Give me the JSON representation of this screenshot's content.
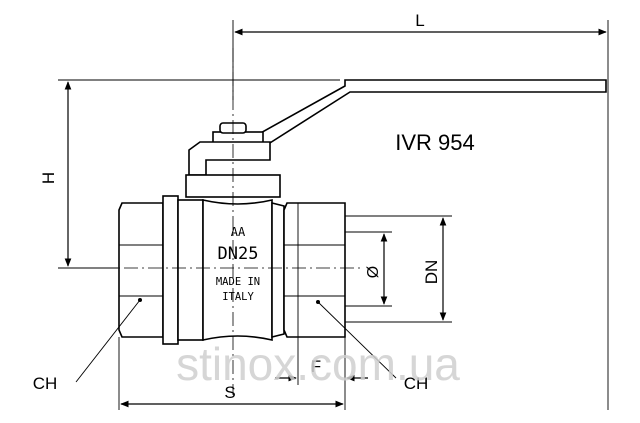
{
  "labels": {
    "L": "L",
    "H": "H",
    "DN": "DN",
    "F": "F",
    "S": "S",
    "CH_left": "CH",
    "CH_right": "CH",
    "diameter": "Ø"
  },
  "model": "IVR 954",
  "body_marking": {
    "line1": "AA",
    "line2": "DN25",
    "line3": "MADE IN",
    "line4": "ITALY"
  },
  "watermark": "stinox.com.ua"
}
